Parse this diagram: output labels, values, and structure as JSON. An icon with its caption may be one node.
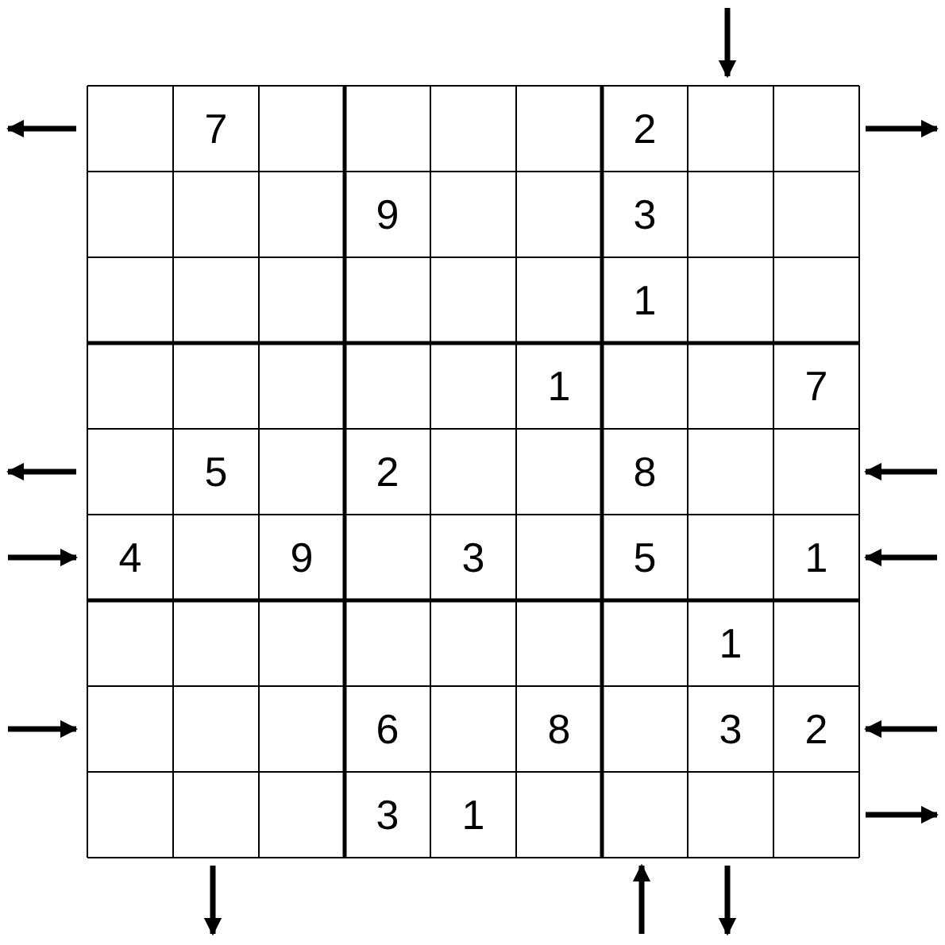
{
  "diagram": {
    "labels": [
      "7",
      "2",
      "9",
      "3",
      "1",
      "1",
      "7",
      "5",
      "2",
      "8",
      "4",
      "9",
      "3",
      "5",
      "1",
      "1",
      "6",
      "8",
      "3",
      "2",
      "3",
      "1"
    ]
  }
}
